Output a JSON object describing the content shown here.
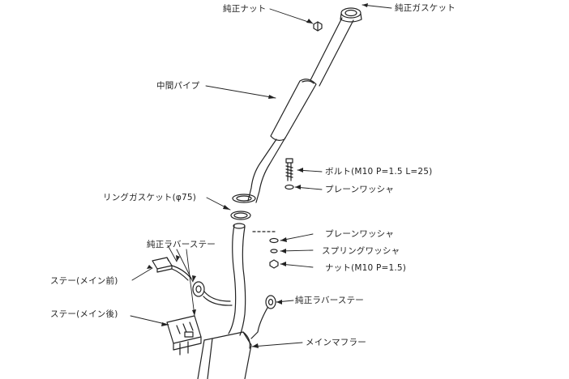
{
  "labels": {
    "oem_nut": "純正ナット",
    "oem_gasket": "純正ガスケット",
    "center_pipe": "中間パイプ",
    "bolt": "ボルト(M10 P=1.5 L=25)",
    "plain_washer_upper": "プレーンワッシャ",
    "ring_gasket": "リングガスケット(φ75)",
    "plain_washer_lower": "プレーンワッシャ",
    "spring_washer": "スプリングワッシャ",
    "oem_rubber_stay_left": "純正ラバーステー",
    "nut": "ナット(M10 P=1.5)",
    "stay_main_front": "ステー(メイン前)",
    "oem_rubber_stay_right": "純正ラバーステー",
    "stay_main_rear": "ステー(メイン後)",
    "main_muffler": "メインマフラー"
  }
}
